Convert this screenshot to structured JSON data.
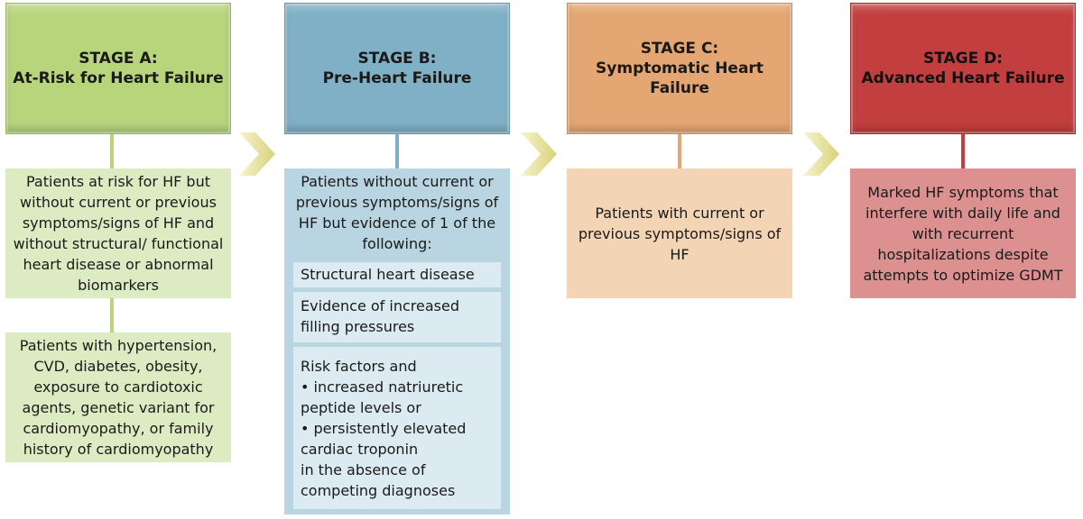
{
  "stages": [
    {
      "title": "STAGE A:",
      "subtitle": "At-Risk for Heart Failure",
      "color": "#b8d57c",
      "boxes": [
        "Patients at risk for HF but without current or previous symptoms/signs of HF and without structural/ functional heart disease or abnormal biomarkers",
        "Patients with hypertension, CVD, diabetes, obesity, exposure to cardiotoxic agents, genetic variant for cardiomyopathy, or family history of cardiomyopathy"
      ]
    },
    {
      "title": "STAGE B:",
      "subtitle": "Pre-Heart Failure",
      "color": "#7fb0c6",
      "intro": "Patients without current or previous symptoms/signs of HF but evidence of 1 of the following:",
      "items": [
        "Structural heart disease",
        "Evidence of increased filling pressures",
        "Risk factors and\n• increased natriuretic\n   peptide levels or\n• persistently elevated\n   cardiac troponin\nin the absence of\ncompeting diagnoses"
      ]
    },
    {
      "title": "STAGE C:",
      "subtitle": "Symptomatic Heart Failure",
      "color": "#e4a673",
      "boxes": [
        "Patients with current or previous symptoms/signs of HF"
      ]
    },
    {
      "title": "STAGE D:",
      "subtitle": "Advanced Heart Failure",
      "color": "#c33e3e",
      "boxes": [
        "Marked HF symptoms that interfere with daily life and with recurrent hospitalizations despite attempts to optimize GDMT"
      ]
    }
  ],
  "arrow_color": "#e6e09a",
  "arrow_icon": "chevron-right-arrow-icon"
}
